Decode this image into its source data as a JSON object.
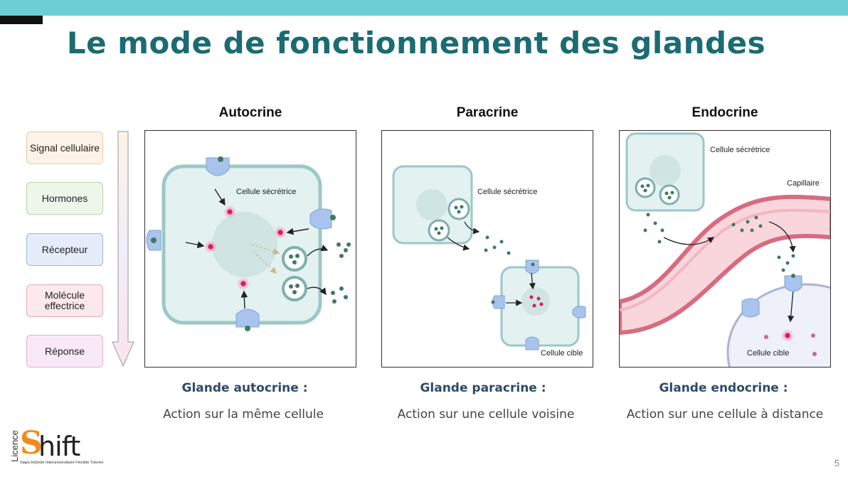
{
  "title": "Le mode de fonctionnement des glandes",
  "legend": [
    {
      "label": "Signal cellulaire",
      "bg": "#fdf3e6",
      "border": "#e6cba0"
    },
    {
      "label": "Hormones",
      "bg": "#eef6ea",
      "border": "#b7d4a8"
    },
    {
      "label": "Récepteur",
      "bg": "#e4edf9",
      "border": "#9fb7de"
    },
    {
      "label": "Molécule effectrice",
      "bg": "#fbe9ee",
      "border": "#e6a9b9"
    },
    {
      "label": "Réponse",
      "bg": "#f9e9f6",
      "border": "#dfb0d6"
    }
  ],
  "panels": [
    {
      "heading": "Autocrine",
      "labels": [
        "Cellule sécrétrice"
      ],
      "gland": "Glande autocrine :",
      "desc": "Action sur la même cellule"
    },
    {
      "heading": "Paracrine",
      "labels": [
        "Cellule sécrétrice",
        "Cellule cible"
      ],
      "gland": "Glande paracrine :",
      "desc": "Action sur une cellule voisine"
    },
    {
      "heading": "Endocrine",
      "labels": [
        "Cellule sécrétrice",
        "Capillaire",
        "Cellule cible"
      ],
      "gland": "Glande endocrine :",
      "desc": "Action sur une cellule à distance"
    }
  ],
  "logo": {
    "vertical": "Licence",
    "s": "S",
    "rest": "hift",
    "sub": "Staps Hybride Interuniversitaire Flexible Tutorée"
  },
  "page_number": "5",
  "colors": {
    "accent": "#1b6b72",
    "topbar": "#6ccfd3",
    "cell": "#e3f1f1",
    "cell_border": "#9cc7c7",
    "receptor": "#a8c4ec",
    "hormone": "#3f7a5f",
    "effector": "#d81b60",
    "capillary": "#f4b6c0"
  }
}
